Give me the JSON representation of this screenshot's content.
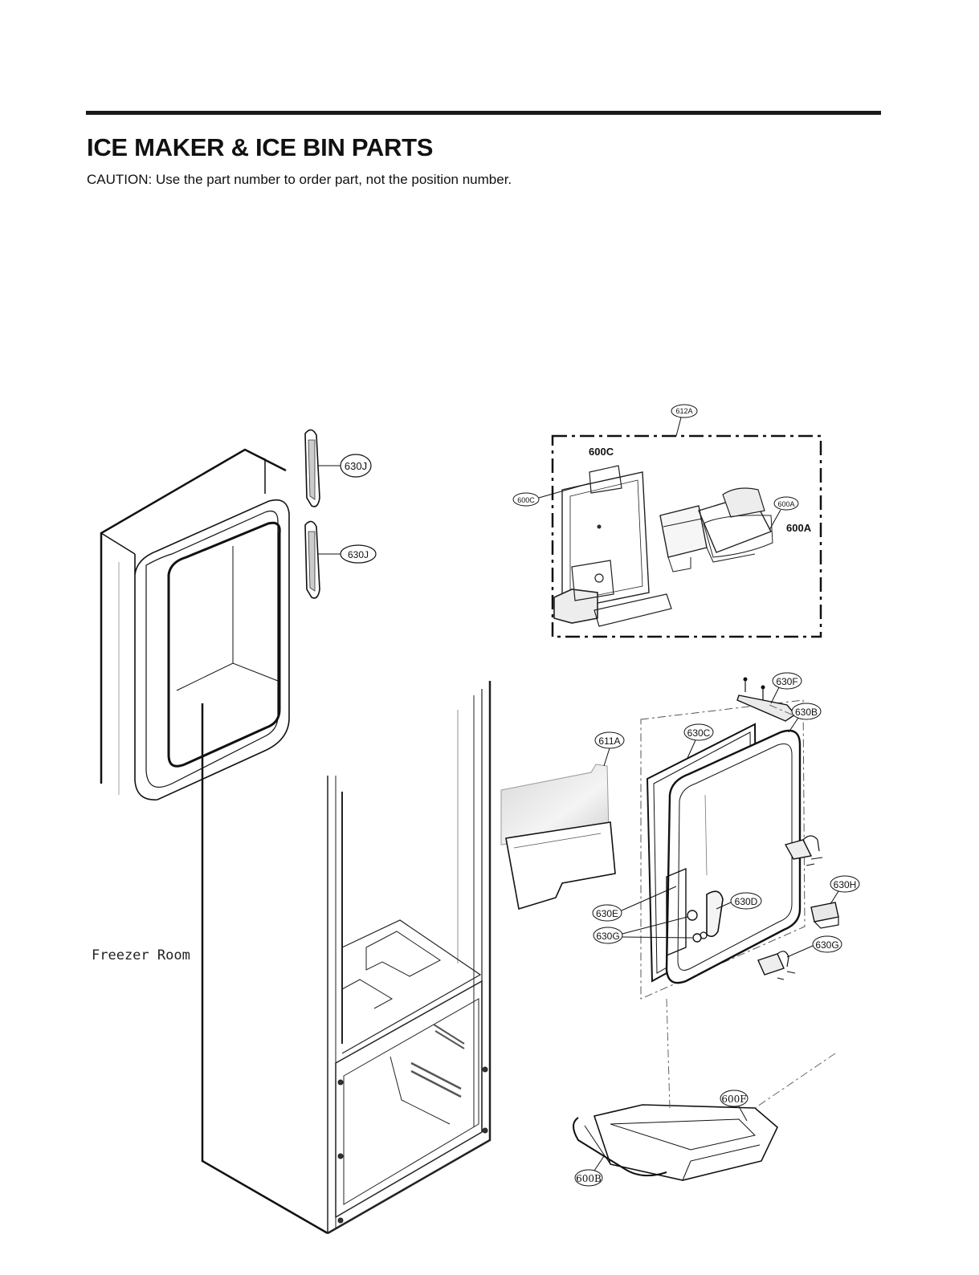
{
  "header": {
    "title": "ICE MAKER & ICE BIN PARTS",
    "caution": "CAUTION: Use the part number to order part, not the position number."
  },
  "diagram": {
    "area_label": "Freezer Room",
    "callouts": {
      "c612A": "612A",
      "c600C_small": "600C",
      "c600C_bold": "600C",
      "c600A_small": "600A",
      "c600A_bold": "600A",
      "c630J_top": "630J",
      "c630J_bottom": "630J",
      "c630F": "630F",
      "c630B": "630B",
      "c630C": "630C",
      "c611A": "611A",
      "c630H": "630H",
      "c630D": "630D",
      "c630E": "630E",
      "c630G_left": "630G",
      "c630G_right": "630G",
      "c600F": "600F",
      "c600B": "600B"
    }
  }
}
